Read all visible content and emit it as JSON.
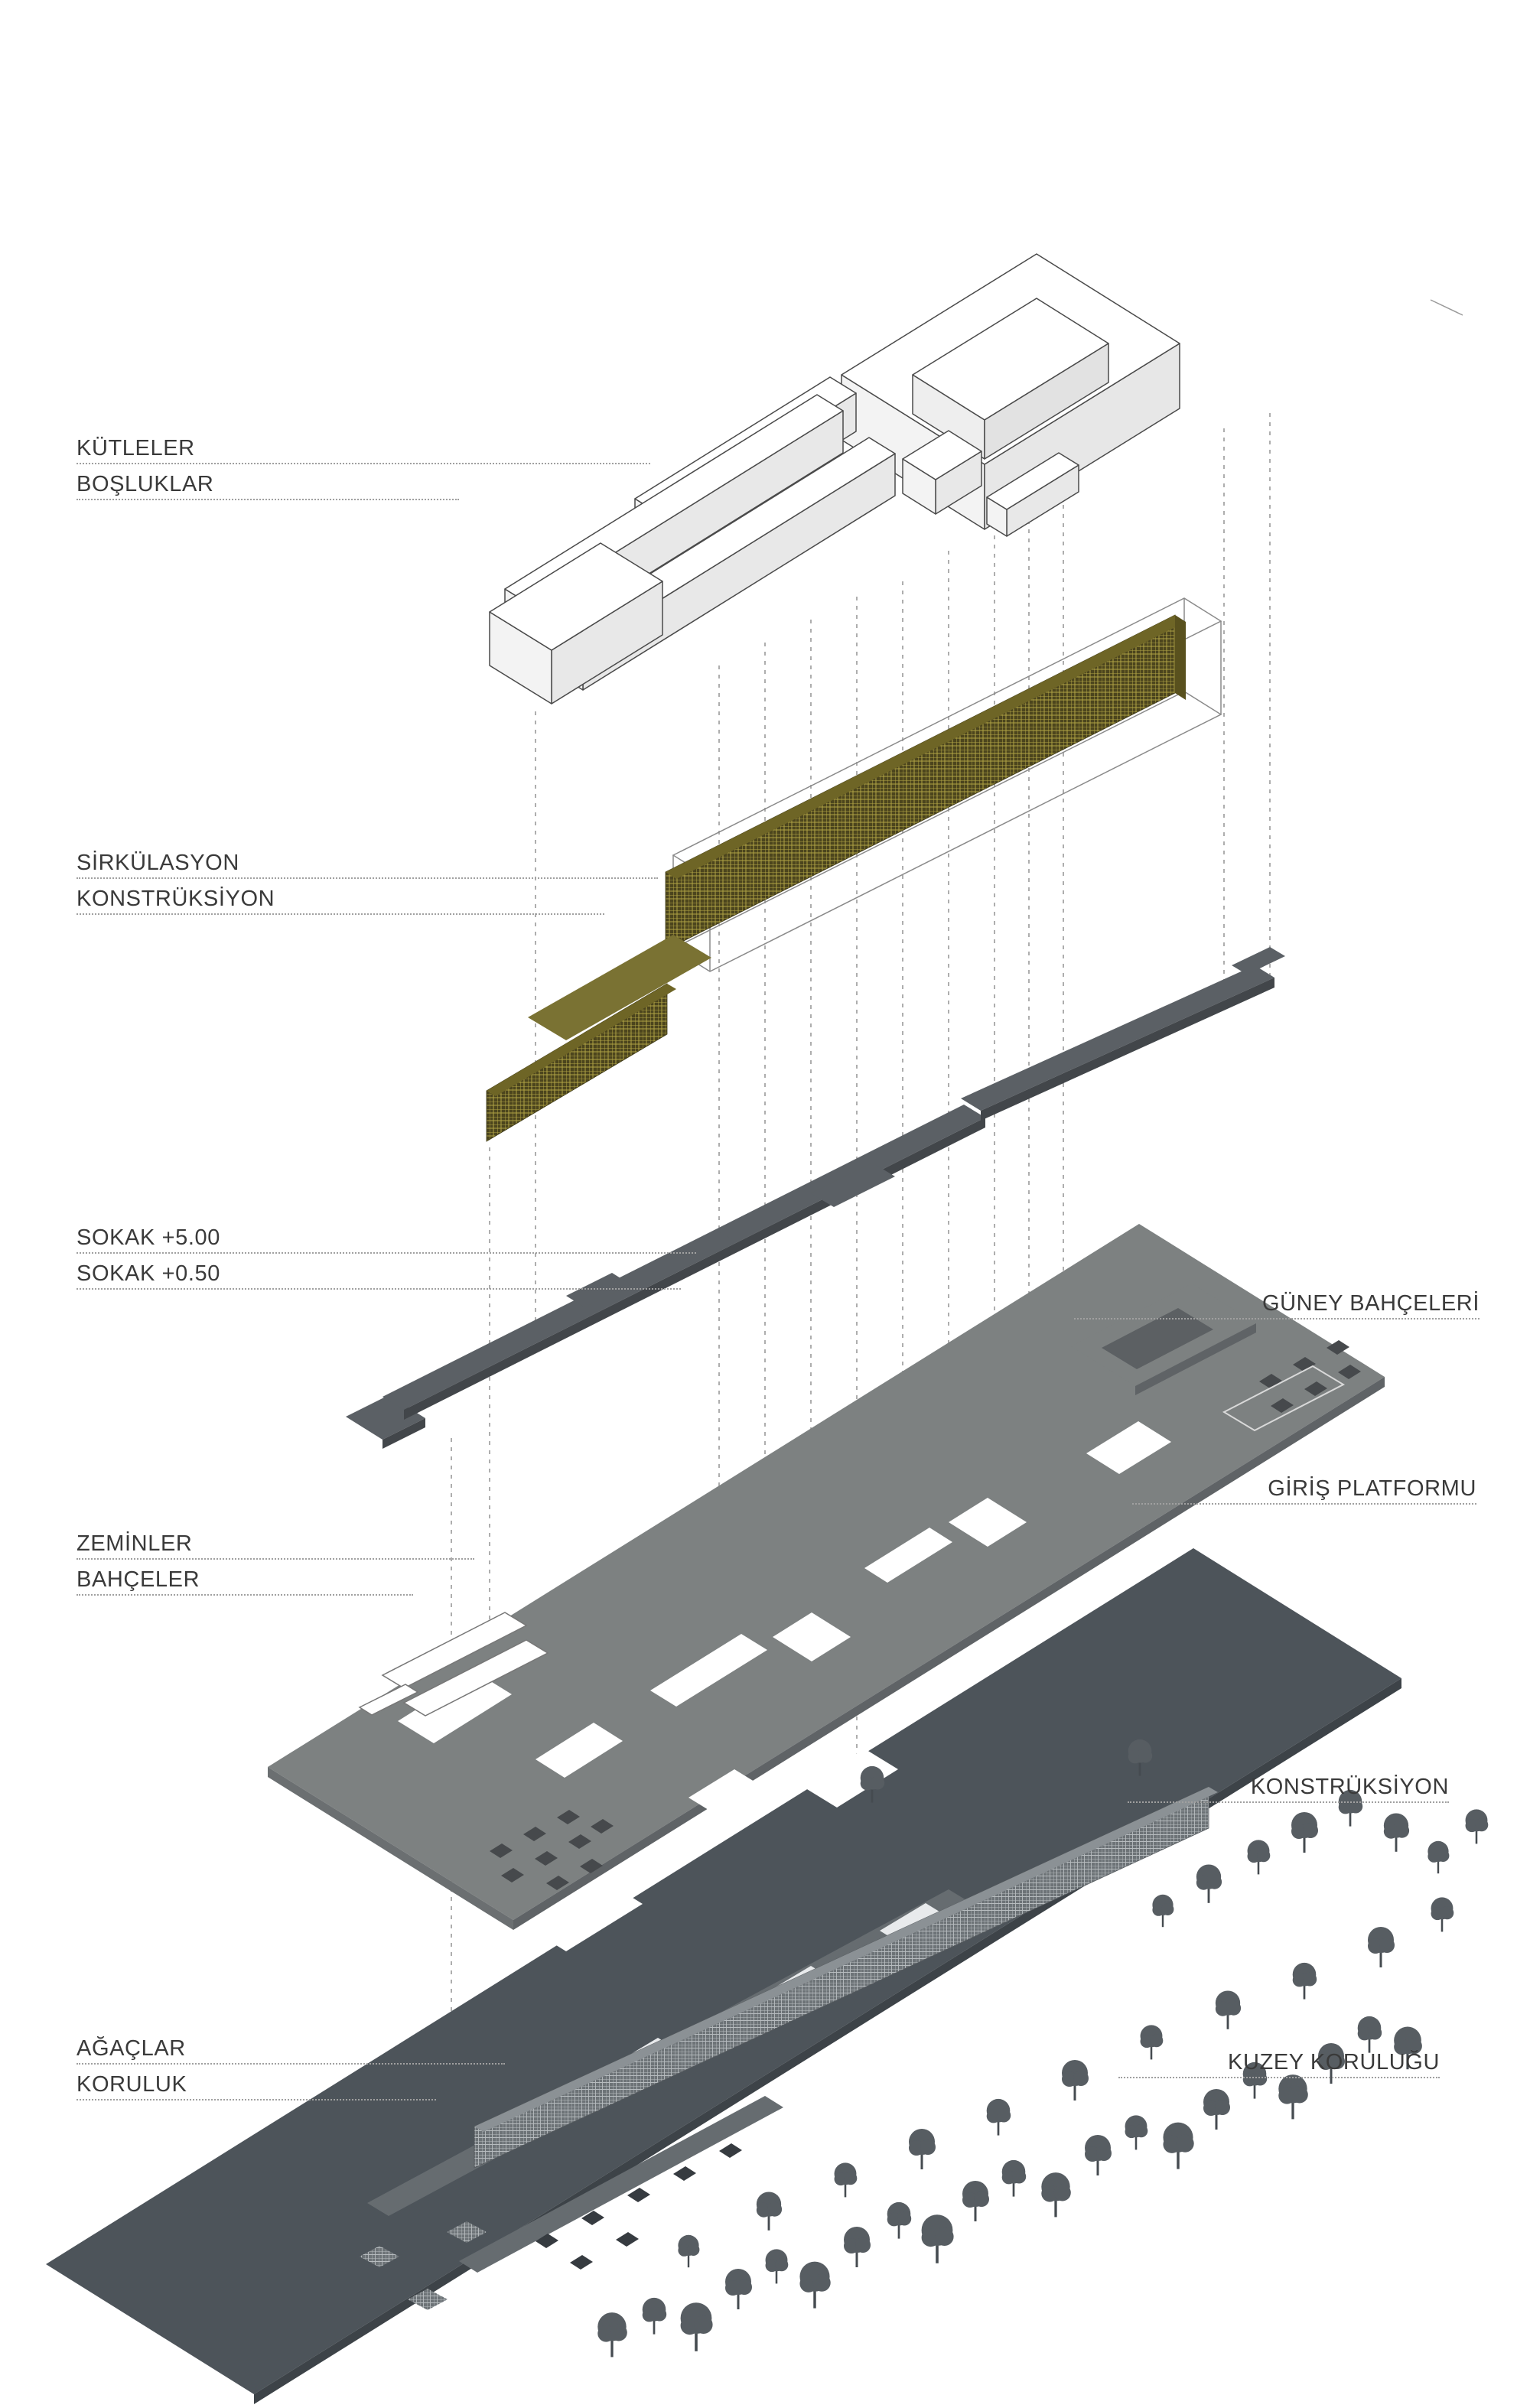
{
  "diagram": {
    "kind": "exploded axonometric architectural diagram",
    "layers": [
      {
        "id": "masses",
        "lines": [
          "KÜTLELER",
          "BOŞLUKLAR"
        ]
      },
      {
        "id": "circulation-structure",
        "lines": [
          "SİRKÜLASYON",
          "KONSTRÜKSİYON"
        ]
      },
      {
        "id": "streets",
        "lines": [
          "SOKAK +5.00",
          "SOKAK +0.50"
        ]
      },
      {
        "id": "floors-gardens",
        "lines": [
          "ZEMİNLER",
          "BAHÇELER"
        ]
      },
      {
        "id": "trees-grove",
        "lines": [
          "AĞAÇLAR",
          "KORULUK"
        ]
      }
    ],
    "callouts": [
      {
        "id": "south-gardens",
        "text": "GÜNEY BAHÇELERİ"
      },
      {
        "id": "entrance-platform",
        "text": "GİRİŞ PLATFORMU"
      },
      {
        "id": "construction",
        "text": "KONSTRÜKSİYON"
      },
      {
        "id": "north-grove",
        "text": "KUZEY KORULUĞU"
      }
    ],
    "colors": {
      "background": "#ffffff",
      "mass_fill": "#ffffff",
      "mass_line": "#4a4a4a",
      "mesh_gold": "#b0a345",
      "mesh_gold_bg": "#4c451d",
      "street_gray": "#5b6065",
      "platform_gray": "#7d8181",
      "ground_gray": "#4d545a",
      "tree_gray": "#575d62",
      "label_text": "#3a3a3a",
      "leader_dotted": "#a0a0a0"
    }
  }
}
